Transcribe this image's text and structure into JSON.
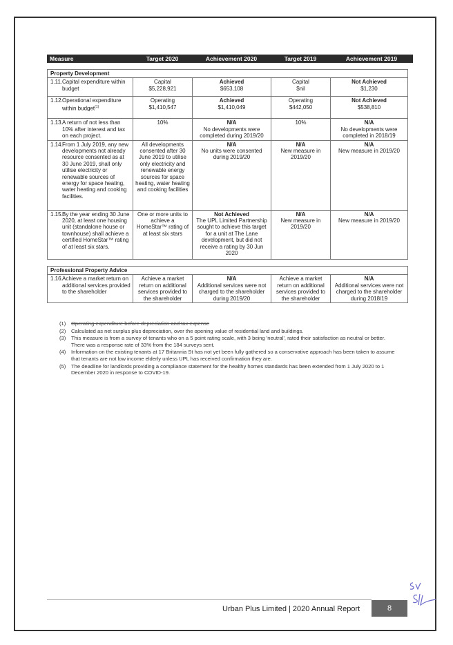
{
  "header": {
    "measure": "Measure",
    "target_2020": "Target 2020",
    "achievement_2020": "Achievement 2020",
    "target_2019": "Target 2019",
    "achievement_2019": "Achievement 2019"
  },
  "sections": [
    {
      "title": "Property Development",
      "rows": [
        {
          "num": "1.11.",
          "measure": "Capital expenditure within budget",
          "t2020": [
            "Capital",
            "$5,228,921"
          ],
          "a2020_status": "Achieved",
          "a2020": "$653,108",
          "t2019": [
            "Capital",
            "$nil"
          ],
          "a2019_status": "Not Achieved",
          "a2019": "$1,230"
        },
        {
          "num": "1.12.",
          "measure": "Operational expenditure within budget",
          "measure_sup": "(1)",
          "t2020": [
            "Operating",
            "$1,410,547"
          ],
          "a2020_status": "Achieved",
          "a2020": "$1,410,049",
          "t2019": [
            "Operating",
            "$442,050"
          ],
          "a2019_status": "Not Achieved",
          "a2019": "$538,810"
        },
        {
          "num": "1.13.",
          "measure": "A return of not less than 10% after interest and tax on each project.",
          "t2020": [
            "10%"
          ],
          "a2020_status": "N/A",
          "a2020": "No developments were completed during 2019/20",
          "t2019": [
            "10%"
          ],
          "a2019_status": "N/A",
          "a2019": "No developments were completed in 2018/19"
        },
        {
          "num": "1.14.",
          "measure": "From 1 July 2019, any new developments not already resource consented as at 30 June 2019, shall only utilise electricity or renewable sources of energy for space heating, water heating and cooking facilities.",
          "t2020": [
            "All developments consented after 30 June 2019 to utilise only electricity and renewable energy sources for space heating, water heating and cooking facilities"
          ],
          "a2020_status": "N/A",
          "a2020": "No units were consented during 2019/20",
          "t2019": [
            "N/A",
            "New measure in 2019/20"
          ],
          "a2019_status": "N/A",
          "a2019": "New measure in 2019/20"
        },
        {
          "num": "1.15.",
          "measure": "By the year ending 30 June 2020, at least one housing unit (standalone house or townhouse) shall achieve a certified HomeStar™ rating of at least six stars.",
          "t2020": [
            "One or more units to achieve a HomeStar™ rating of at least six stars"
          ],
          "a2020_status": "Not Achieved",
          "a2020": "The UPL Limited Partnership sought to achieve this target for a unit at The Lane development, but did not receive a rating by 30 Jun 2020",
          "t2019": [
            "N/A",
            "New measure in 2019/20"
          ],
          "a2019_status": "N/A",
          "a2019": "New measure in 2019/20"
        }
      ]
    },
    {
      "title": "Professional Property Advice",
      "rows": [
        {
          "num": "1.16.",
          "measure": "Achieve a market return on additional services provided to the shareholder",
          "t2020": [
            "Achieve a market return on additional services provided to the shareholder"
          ],
          "a2020_status": "N/A",
          "a2020": "Additional services were not charged to the shareholder during 2019/20",
          "t2019": [
            "Achieve a market return on additional services provided to the shareholder"
          ],
          "a2019_status": "N/A",
          "a2019": "Additional services were not charged to the shareholder during 2018/19"
        }
      ]
    }
  ],
  "footnotes": [
    {
      "k": "(1)",
      "text": "Operating expenditure before depreciation and tax expense"
    },
    {
      "k": "(2)",
      "text": "Calculated as net surplus plus depreciation, over the opening value of residential land and buildings."
    },
    {
      "k": "(3)",
      "text": "This measure is from a survey of tenants who on a 5 point rating scale, with 3 being 'neutral', rated their satisfaction as neutral or better.  There was a response rate of 33% from the 184 surveys sent."
    },
    {
      "k": "(4)",
      "text": "Information on the existing tenants at 17 Britannia St has not yet been fully gathered so a conservative approach has been taken to assume that tenants are not low income elderly unless UPL has received confirmation they are."
    },
    {
      "k": "(5)",
      "text": "The deadline for landlords providing a compliance statement for the healthy homes standards has been extended from 1 July 2020 to 1 December 2020 in response to COVID-19."
    }
  ],
  "footer": {
    "text": "Urban Plus Limited | 2020 Annual Report",
    "page": "8",
    "signature": "SV"
  }
}
